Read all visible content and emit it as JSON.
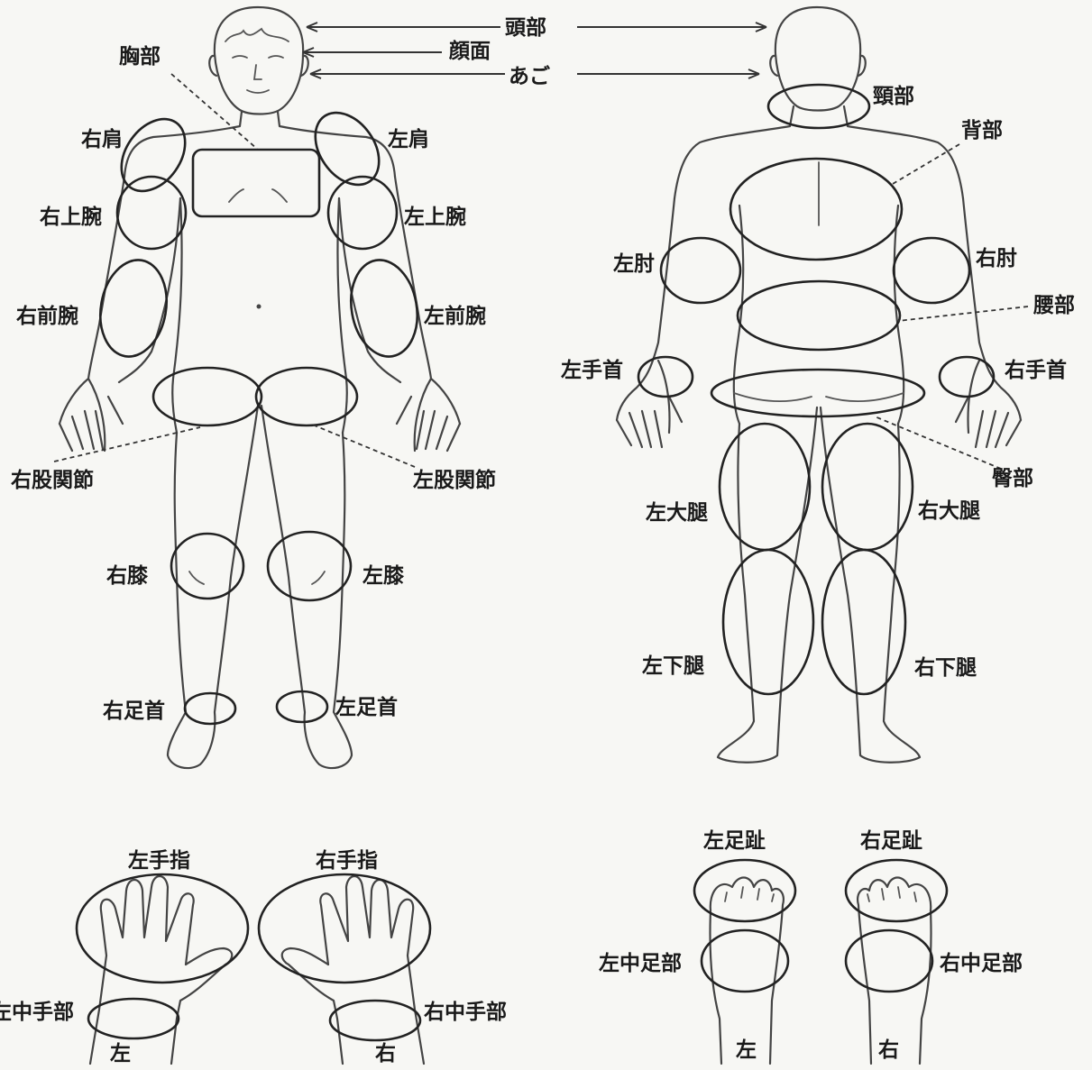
{
  "labels": {
    "head": "頭部",
    "face": "顔面",
    "chin": "あご",
    "chest": "胸部",
    "right_shoulder": "右肩",
    "left_shoulder": "左肩",
    "right_upper_arm": "右上腕",
    "left_upper_arm": "左上腕",
    "right_forearm": "右前腕",
    "left_forearm": "左前腕",
    "right_hip_joint": "右股関節",
    "left_hip_joint": "左股関節",
    "right_knee": "右膝",
    "left_knee": "左膝",
    "right_ankle": "右足首",
    "left_ankle": "左足首",
    "neck": "頸部",
    "back": "背部",
    "back_left_elbow": "左肘",
    "back_right_elbow": "右肘",
    "waist": "腰部",
    "back_left_wrist": "左手首",
    "back_right_wrist": "右手首",
    "buttocks": "臀部",
    "back_left_thigh": "左大腿",
    "back_right_thigh": "右大腿",
    "back_left_lower_leg": "左下腿",
    "back_right_lower_leg": "右下腿",
    "left_fingers": "左手指",
    "right_fingers": "右手指",
    "left_midhand": "左中手部",
    "right_midhand": "右中手部",
    "hand_left_caption": "左",
    "hand_right_caption": "右",
    "left_toes": "左足趾",
    "right_toes": "右足趾",
    "left_midfoot": "左中足部",
    "right_midfoot": "右中足部",
    "foot_left_caption": "左",
    "foot_right_caption": "右"
  }
}
